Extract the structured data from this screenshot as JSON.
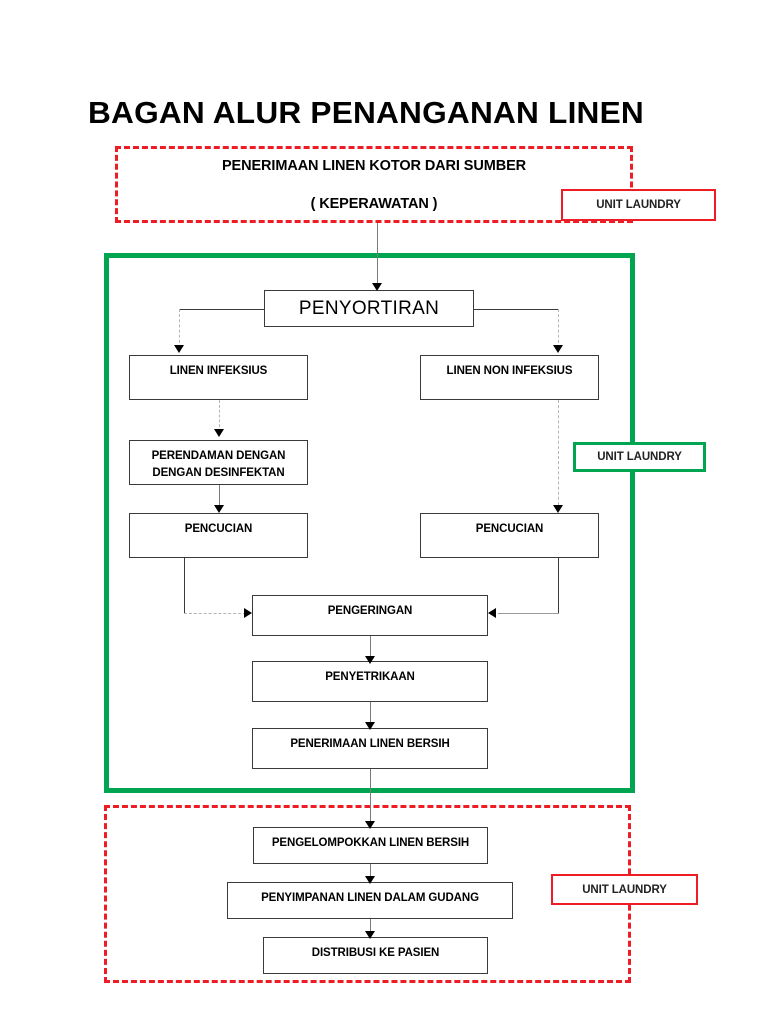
{
  "document": {
    "title": "BAGAN ALUR PENANGANAN LINEN"
  },
  "chart_data": {
    "type": "diagram",
    "title": "BAGAN ALUR PENANGANAN LINEN",
    "language": "Indonesian",
    "sections": [
      {
        "id": "intake",
        "frame_style": "dashed",
        "frame_color": "#ee1c25",
        "badge": "UNIT LAUNDRY",
        "nodes": [
          "PENERIMAAN LINEN KOTOR DARI  SUMBER ( KEPERAWATAN )"
        ]
      },
      {
        "id": "processing",
        "frame_style": "solid",
        "frame_color": "#00a551",
        "badge": "UNIT LAUNDRY",
        "nodes": [
          "PENYORTIRAN",
          "LINEN INFEKSIUS",
          "LINEN NON INFEKSIUS",
          "PERENDAMAN DENGAN DENGAN DESINFEKTAN",
          "PENCUCIAN",
          "PENGERINGAN",
          "PENYETRIKAAN",
          "PENERIMAAN LINEN BERSIH"
        ]
      },
      {
        "id": "distribution",
        "frame_style": "dashed",
        "frame_color": "#ee1c25",
        "badge": "UNIT LAUNDRY",
        "nodes": [
          "PENGELOMPOKKAN LINEN BERSIH",
          "PENYIMPANAN LINEN DALAM GUDANG",
          "DISTRIBUSI KE PASIEN"
        ]
      }
    ],
    "edges": [
      {
        "from": "PENERIMAAN LINEN KOTOR DARI  SUMBER",
        "to": "PENYORTIRAN"
      },
      {
        "from": "PENYORTIRAN",
        "to": "LINEN INFEKSIUS"
      },
      {
        "from": "PENYORTIRAN",
        "to": "LINEN NON INFEKSIUS"
      },
      {
        "from": "LINEN INFEKSIUS",
        "to": "PERENDAMAN DENGAN DENGAN DESINFEKTAN"
      },
      {
        "from": "PERENDAMAN DENGAN DENGAN DESINFEKTAN",
        "to": "PENCUCIAN"
      },
      {
        "from": "LINEN NON INFEKSIUS",
        "to": "PENCUCIAN"
      },
      {
        "from": "PENCUCIAN",
        "to": "PENGERINGAN"
      },
      {
        "from": "PENGERINGAN",
        "to": "PENYETRIKAAN"
      },
      {
        "from": "PENYETRIKAAN",
        "to": "PENERIMAAN LINEN BERSIH"
      },
      {
        "from": "PENERIMAAN LINEN BERSIH",
        "to": "PENGELOMPOKKAN LINEN BERSIH"
      },
      {
        "from": "PENGELOMPOKKAN LINEN BERSIH",
        "to": "PENYIMPANAN LINEN DALAM GUDANG"
      },
      {
        "from": "PENYIMPANAN LINEN DALAM GUDANG",
        "to": "DISTRIBUSI KE PASIEN"
      }
    ]
  },
  "intake": {
    "line1": "PENERIMAAN LINEN KOTOR DARI  SUMBER",
    "line2": "( KEPERAWATAN )",
    "badge": "UNIT LAUNDRY"
  },
  "processing": {
    "sortir": "PENYORTIRAN",
    "infeksius": "LINEN INFEKSIUS",
    "non_infeksius": "LINEN NON INFEKSIUS",
    "perendaman_l1": "PERENDAMAN DENGAN",
    "perendaman_l2": "DENGAN DESINFEKTAN",
    "pencucian_left": "PENCUCIAN",
    "pencucian_right": "PENCUCIAN",
    "pengeringan": "PENGERINGAN",
    "penyetrikaan": "PENYETRIKAAN",
    "penerimaan_bersih": "PENERIMAAN LINEN BERSIH",
    "badge": "UNIT LAUNDRY"
  },
  "distribution": {
    "pengelompokkan": "PENGELOMPOKKAN LINEN BERSIH",
    "penyimpanan": "PENYIMPANAN LINEN DALAM GUDANG",
    "distribusi": "DISTRIBUSI KE PASIEN",
    "badge": "UNIT LAUNDRY"
  },
  "colors": {
    "red": "#ee1c25",
    "green": "#00a551",
    "box_border": "#3a3a3a",
    "text": "#000000"
  }
}
